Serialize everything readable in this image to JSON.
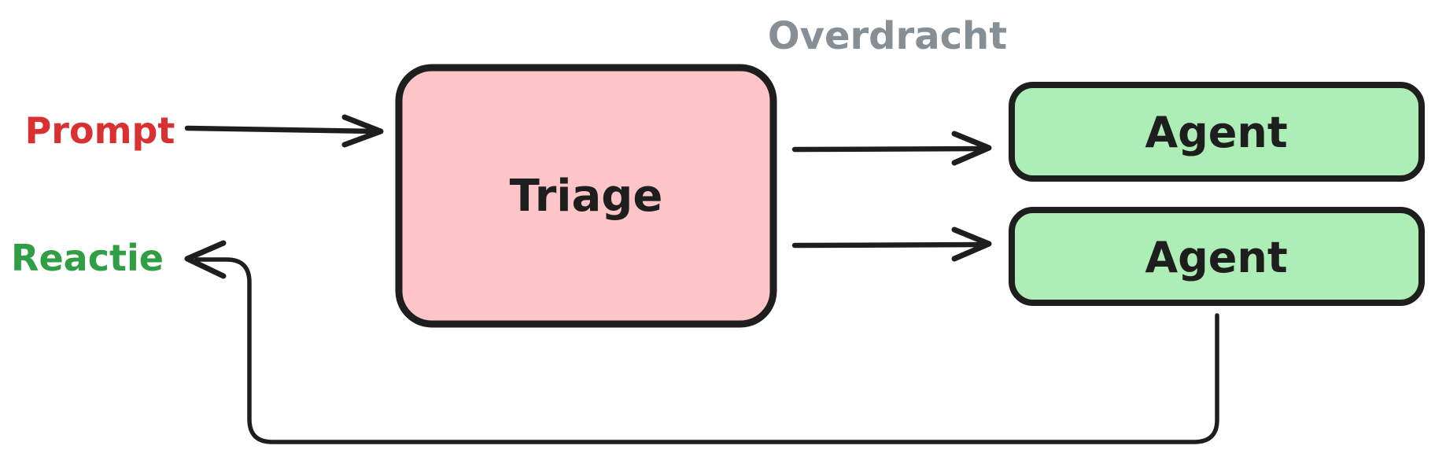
{
  "diagram": {
    "type": "flowchart",
    "style": "hand-drawn",
    "background": "#ffffff",
    "stroke_color": "#1e1e1e",
    "labels": {
      "prompt": {
        "text": "Prompt",
        "color": "#d93131"
      },
      "reactie": {
        "text": "Reactie",
        "color": "#2f9e44"
      },
      "overdracht": {
        "text": "Overdracht",
        "color": "#868e96"
      }
    },
    "nodes": {
      "triage": {
        "label": "Triage",
        "fill": "#fdc5c8"
      },
      "agent_top": {
        "label": "Agent",
        "fill": "#aceeb5"
      },
      "agent_bottom": {
        "label": "Agent",
        "fill": "#aceeb5"
      }
    },
    "edges": [
      {
        "from": "Prompt",
        "to": "Triage",
        "type": "arrow"
      },
      {
        "from": "Triage",
        "to": "Agent (top)",
        "type": "arrow",
        "annotation": "Overdracht"
      },
      {
        "from": "Triage",
        "to": "Agent (bottom)",
        "type": "arrow",
        "annotation": "Overdracht"
      },
      {
        "from": "Agent (bottom)",
        "to": "Reactie",
        "type": "arrow"
      }
    ]
  }
}
